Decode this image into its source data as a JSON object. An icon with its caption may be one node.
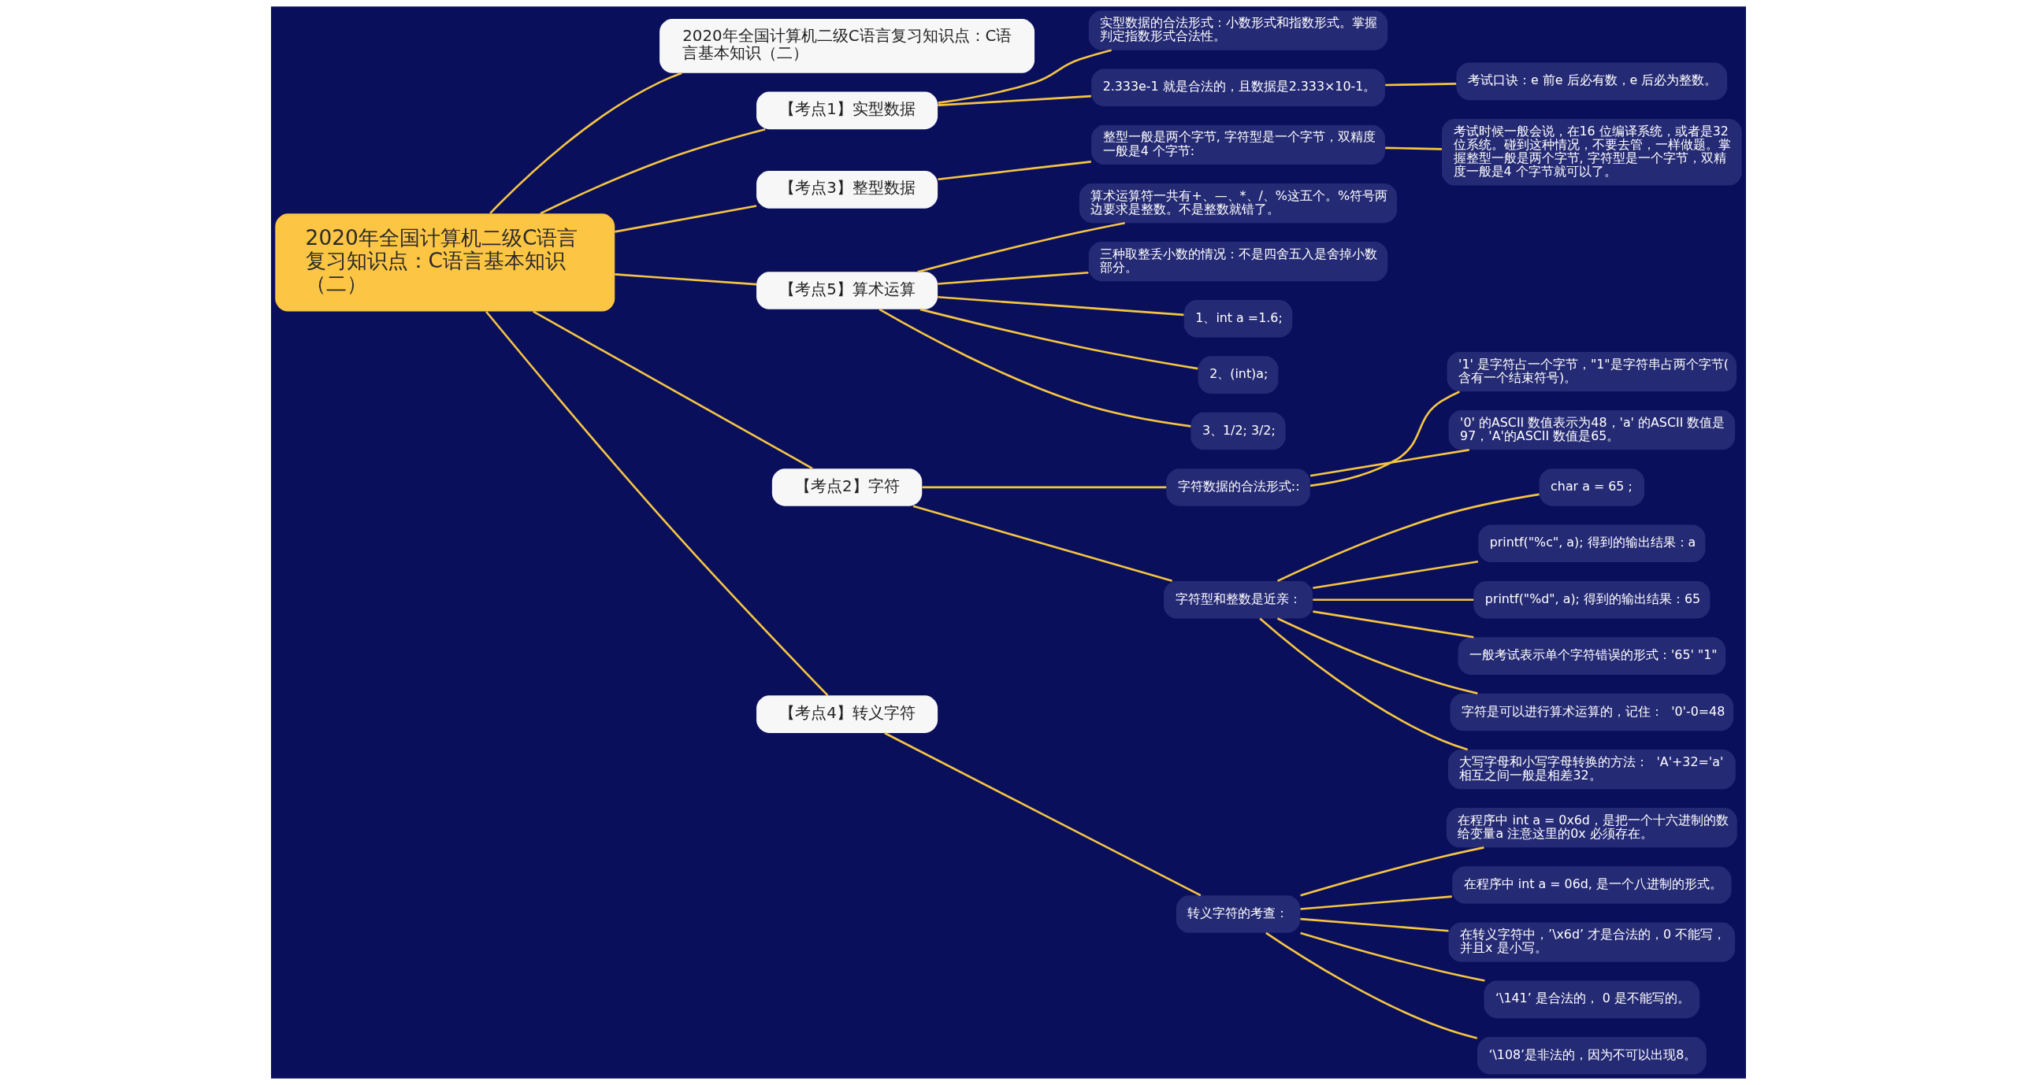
{
  "diagram": {
    "nodes": [
      {
        "text": [
          "2020年全国计算机二级C语言复习知识点：C语言基本知识（二）"
        ]
      },
      {
        "text": [
          "2020年全国计算机二级C语言复习知识点：C语言基本知识（二）"
        ]
      },
      {
        "text": [
          "【考点1】实型数据"
        ]
      },
      {
        "text": [
          "实型数据的合法形式：小数形式和指数形式。掌握判定指数形式合法性。"
        ]
      },
      {
        "text": [
          "2.333e-1 就是合法的，且数据是2.333×10-1。"
        ]
      },
      {
        "text": [
          "考试口诀：e 前e 后必有数，e 后必为整数。"
        ]
      },
      {
        "text": [
          "【考点3】整型数据"
        ]
      },
      {
        "text": [
          "整型一般是两个字节, 字符型是一个字节，双精度一般是4 个字节:"
        ]
      },
      {
        "text": [
          "考试时候一般会说，在16 位编译系统，或者是32 位系统。碰到这种情况，不要去管，一样做题。掌握整型一般是两个字节, 字符型是一个字节，双精度一般是4 个字节就可以了。"
        ]
      },
      {
        "text": [
          "【考点5】算术运算"
        ]
      },
      {
        "text": [
          "算术运算符一共有+、—、*、/、%这五个。%符号两边要求是整数。不是整数就错了。"
        ]
      },
      {
        "text": [
          "三种取整丢小数的情况：不是四舍五入是舍掉小数部分。"
        ]
      },
      {
        "text": [
          "1、int a =1.6;"
        ]
      },
      {
        "text": [
          "2、(int)a;"
        ]
      },
      {
        "text": [
          "3、1/2; 3/2;"
        ]
      },
      {
        "text": [
          "【考点2】字符"
        ]
      },
      {
        "text": [
          "字符数据的合法形式::"
        ]
      },
      {
        "text": [
          "'1' 是字符占一个字节，\"1\"是字符串占两个字节(含有一个结束符号)。"
        ]
      },
      {
        "text": [
          "'0' 的ASCII 数值表示为48，'a' 的ASCII 数值是97，'A'的ASCII 数值是65。"
        ]
      },
      {
        "text": [
          "字符型和整数是近亲："
        ]
      },
      {
        "text": [
          "char a = 65 ;"
        ]
      },
      {
        "text": [
          "printf(\"%c\", a); 得到的输出结果：a"
        ]
      },
      {
        "text": [
          "printf(\"%d\", a); 得到的输出结果：65"
        ]
      },
      {
        "text": [
          "一般考试表示单个字符错误的形式：'65' \"1\""
        ]
      },
      {
        "text": [
          "字符是可以进行算术运算的，记住：  '0'-0=48"
        ]
      },
      {
        "text": [
          "大写字母和小写字母转换的方法：  'A'+32='a' 相互之间一般是相差32。"
        ]
      },
      {
        "text": [
          "【考点4】转义字符"
        ]
      },
      {
        "text": [
          "转义字符的考查："
        ]
      },
      {
        "text": [
          "在程序中 int a = 0x6d，是把一个十六进制的数给变量a 注意这里的0x 必须存在。"
        ]
      },
      {
        "text": [
          "在程序中 int a = 06d, 是一个八进制的形式。"
        ]
      },
      {
        "text": [
          "在转义字符中，’\\x6d’ 才是合法的，0 不能写，并且x 是小写。"
        ]
      },
      {
        "text": [
          "‘\\141’ 是合法的， 0 是不能写的。"
        ]
      },
      {
        "text": [
          "‘\\108’是非法的，因为不可以出现8。"
        ]
      }
    ],
    "edges": [
      {
        "from": 0,
        "to": 1,
        "arrow": "none"
      },
      {
        "from": 0,
        "to": 2,
        "arrow": "none"
      },
      {
        "from": 0,
        "to": 6,
        "arrow": "none"
      },
      {
        "from": 0,
        "to": 9,
        "arrow": "none"
      },
      {
        "from": 0,
        "to": 15,
        "arrow": "none"
      },
      {
        "from": 0,
        "to": 26,
        "arrow": "none"
      },
      {
        "from": 2,
        "to": 3,
        "arrow": "none"
      },
      {
        "from": 2,
        "to": 4,
        "arrow": "none"
      },
      {
        "from": 4,
        "to": 5,
        "arrow": "none"
      },
      {
        "from": 6,
        "to": 7,
        "arrow": "none"
      },
      {
        "from": 7,
        "to": 8,
        "arrow": "none"
      },
      {
        "from": 9,
        "to": 10,
        "arrow": "none"
      },
      {
        "from": 9,
        "to": 11,
        "arrow": "none"
      },
      {
        "from": 9,
        "to": 12,
        "arrow": "none"
      },
      {
        "from": 9,
        "to": 13,
        "arrow": "none"
      },
      {
        "from": 9,
        "to": 14,
        "arrow": "none"
      },
      {
        "from": 15,
        "to": 16,
        "arrow": "none"
      },
      {
        "from": 15,
        "to": 19,
        "arrow": "none"
      },
      {
        "from": 16,
        "to": 17,
        "arrow": "none"
      },
      {
        "from": 16,
        "to": 18,
        "arrow": "none"
      },
      {
        "from": 19,
        "to": 20,
        "arrow": "none"
      },
      {
        "from": 19,
        "to": 21,
        "arrow": "none"
      },
      {
        "from": 19,
        "to": 22,
        "arrow": "none"
      },
      {
        "from": 19,
        "to": 23,
        "arrow": "none"
      },
      {
        "from": 19,
        "to": 24,
        "arrow": "none"
      },
      {
        "from": 19,
        "to": 25,
        "arrow": "none"
      },
      {
        "from": 26,
        "to": 27,
        "arrow": "none"
      },
      {
        "from": 27,
        "to": 28,
        "arrow": "none"
      },
      {
        "from": 27,
        "to": 29,
        "arrow": "none"
      },
      {
        "from": 27,
        "to": 30,
        "arrow": "none"
      },
      {
        "from": 27,
        "to": 31,
        "arrow": "none"
      },
      {
        "from": 27,
        "to": 32,
        "arrow": "none"
      }
    ]
  }
}
